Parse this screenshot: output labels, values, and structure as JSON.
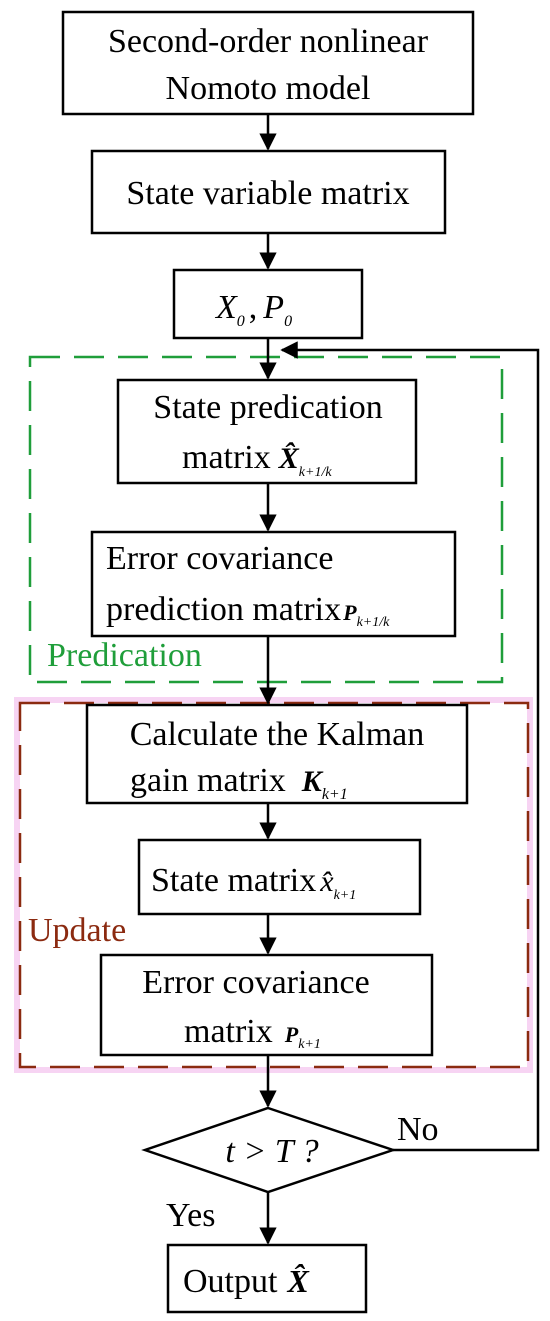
{
  "colors": {
    "prediction_frame": "#1f9e3a",
    "update_frame": "#8b2a10",
    "update_glow": "#f5c9f0",
    "stroke": "#000000"
  },
  "nodes": {
    "model": {
      "line1": "Second-order nonlinear",
      "line2": "Nomoto model"
    },
    "state_var": {
      "label": "State variable matrix"
    },
    "init": {
      "x": "X",
      "x_sub": "0",
      "sep": ",",
      "p": "P",
      "p_sub": "0"
    },
    "state_pred": {
      "line1": "State predication",
      "line2": "matrix",
      "sym": "X̂",
      "sym_sub": "k+1/k"
    },
    "err_cov_pred": {
      "line1": "Error covariance",
      "line2": "prediction matrix",
      "sym": "P",
      "sym_sub": "k+1/k"
    },
    "kalman": {
      "line1": "Calculate the Kalman",
      "line2": "gain matrix",
      "sym": "K",
      "sym_sub": "k+1"
    },
    "state_mat": {
      "line1": "State matrix",
      "sym": "x̂",
      "sym_sub": "k+1"
    },
    "err_cov": {
      "line1": "Error covariance",
      "line2": "matrix",
      "sym": "P",
      "sym_sub": "k+1"
    },
    "decision": {
      "label": "t > T ?"
    },
    "output": {
      "label": "Output",
      "sym": "X̂"
    }
  },
  "groups": {
    "prediction": {
      "label": "Predication"
    },
    "update": {
      "label": "Update"
    }
  },
  "edges": {
    "no_label": "No",
    "yes_label": "Yes"
  }
}
